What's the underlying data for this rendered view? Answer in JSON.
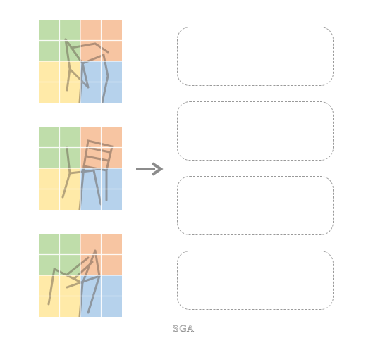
{
  "caption": "SGA",
  "colors": {
    "green": "#a9d18e",
    "orange": "#f4b183",
    "yellow": "#ffe699",
    "blue": "#9dc3e6",
    "grid_line": "#ffffff",
    "chair": "#6b5a4a",
    "arrow": "#8c8c8c",
    "box_border": "#9a9a9a"
  },
  "panels": [
    {
      "label": "",
      "content": "chair-view-1"
    },
    {
      "label": "",
      "content": "chair-view-2"
    },
    {
      "label": "",
      "content": "chair-view-3"
    }
  ],
  "output_slots": [
    {
      "label": ""
    },
    {
      "label": ""
    },
    {
      "label": ""
    },
    {
      "label": ""
    }
  ]
}
